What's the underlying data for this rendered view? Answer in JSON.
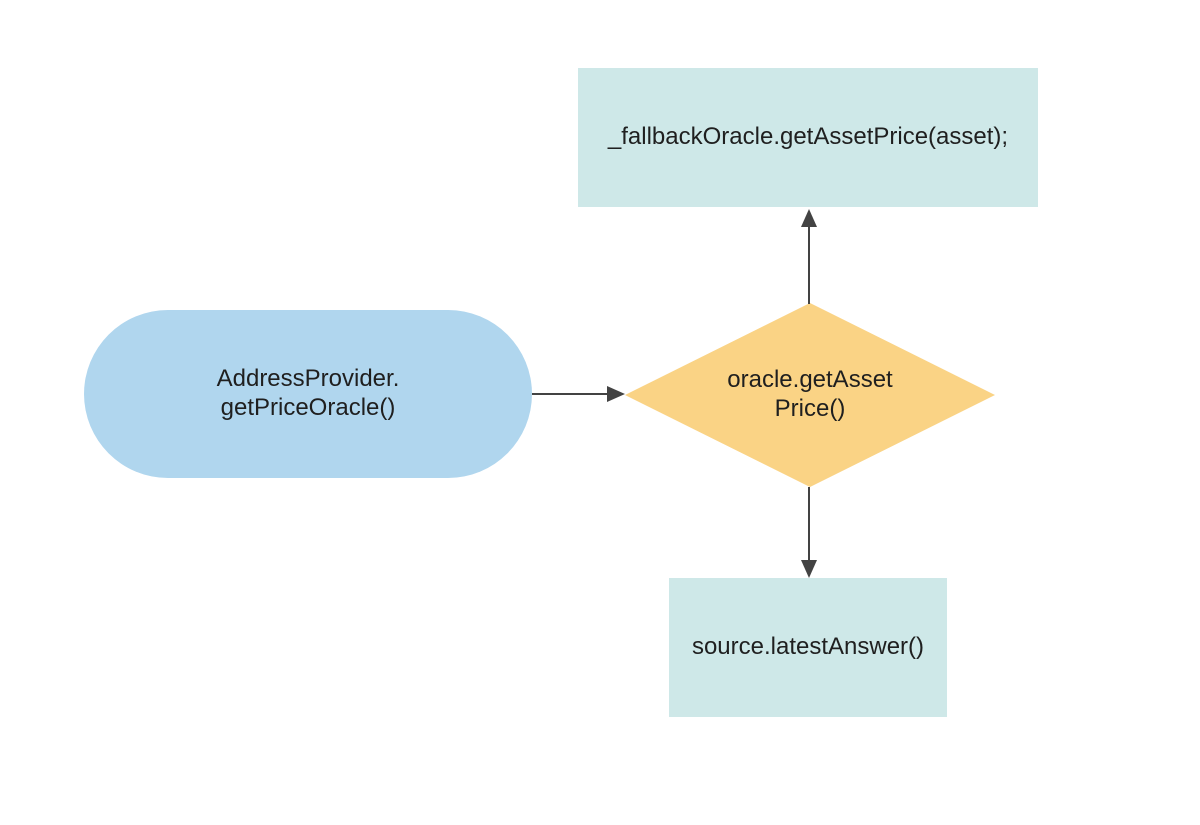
{
  "diagram": {
    "type": "flowchart",
    "nodes": [
      {
        "id": "fallback-oracle-call",
        "shape": "rectangle",
        "label": "_fallbackOracle.getAssetPrice(asset);",
        "fill": "#cee8e8"
      },
      {
        "id": "address-provider",
        "shape": "stadium",
        "label_lines": [
          "AddressProvider.",
          "getPriceOracle()"
        ],
        "fill": "#b0d6ee"
      },
      {
        "id": "oracle-get-asset-price",
        "shape": "diamond",
        "label_lines": [
          "oracle.getAsset",
          "Price()"
        ],
        "fill": "#fad385"
      },
      {
        "id": "source-latest-answer",
        "shape": "rectangle",
        "label": "source.latestAnswer()",
        "fill": "#cee8e8"
      }
    ],
    "edges": [
      {
        "from": "address-provider",
        "to": "oracle-get-asset-price",
        "direction": "right"
      },
      {
        "from": "oracle-get-asset-price",
        "to": "fallback-oracle-call",
        "direction": "up"
      },
      {
        "from": "oracle-get-asset-price",
        "to": "source-latest-answer",
        "direction": "down"
      }
    ],
    "colors": {
      "arrow": "#434343",
      "text": "#1f1f1f",
      "background": "#ffffff"
    }
  }
}
